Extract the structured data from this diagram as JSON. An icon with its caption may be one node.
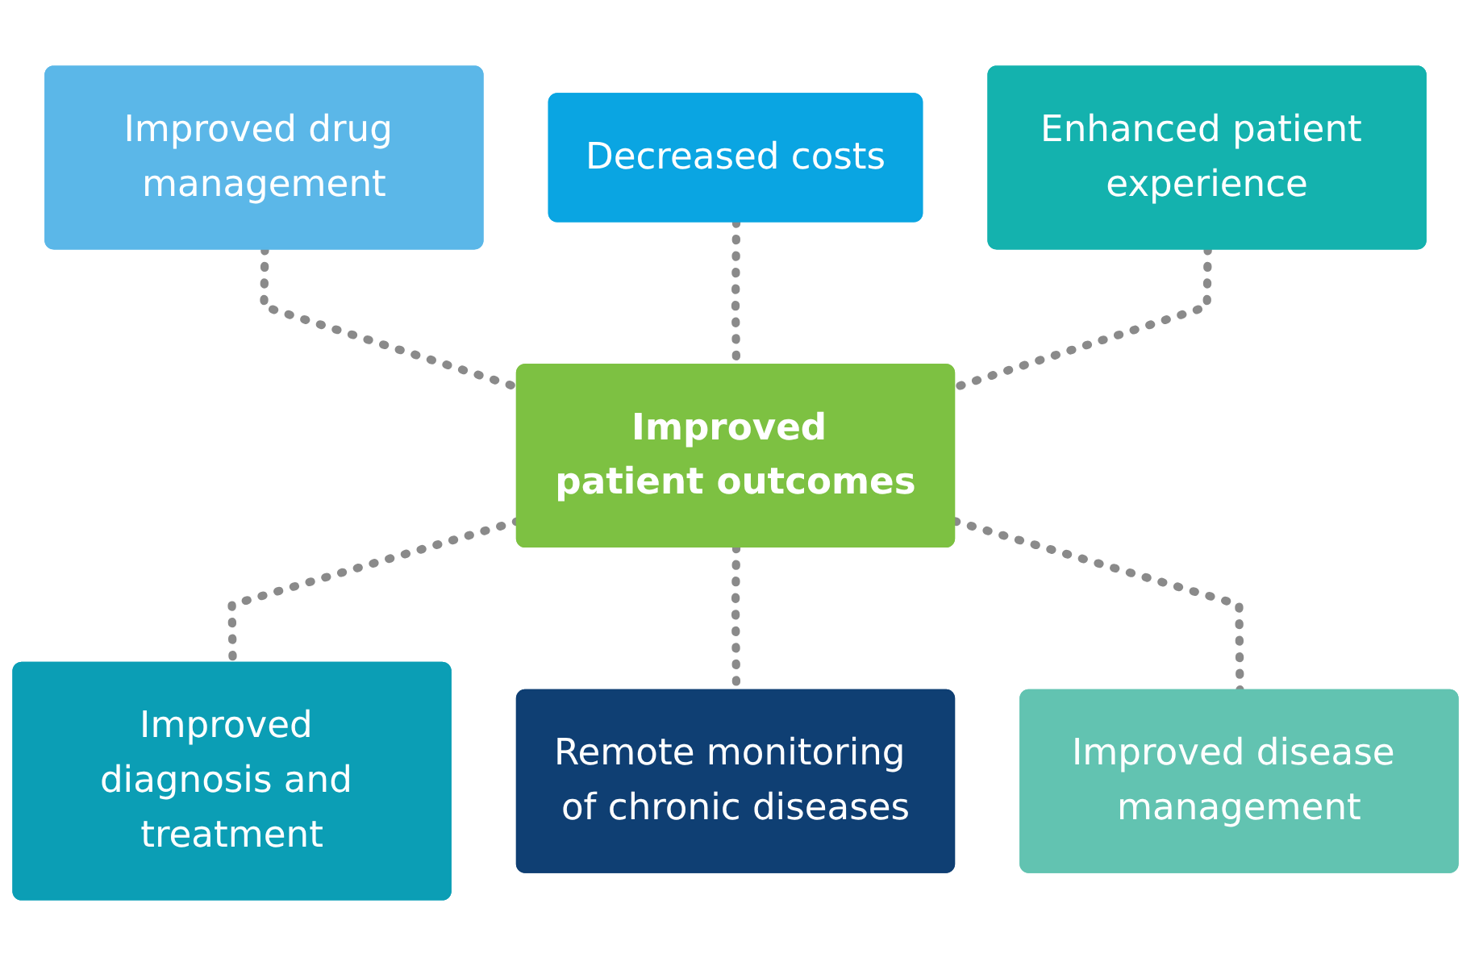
{
  "diagram": {
    "nodes": [
      {
        "text": [
          "Improved drug management"
        ]
      },
      {
        "text": [
          "Decreased costs"
        ]
      },
      {
        "text": [
          "Enhanced patient experience"
        ]
      },
      {
        "text": [
          "Improved patient outcomes"
        ]
      },
      {
        "text": [
          "Improved diagnosis and treatment"
        ]
      },
      {
        "text": [
          "Remote monitoring of chronic diseases"
        ]
      },
      {
        "text": [
          "Improved disease management"
        ]
      }
    ],
    "edges": [
      {
        "from": 0,
        "to": 3,
        "arrow": "none",
        "style": "dashed"
      },
      {
        "from": 1,
        "to": 3,
        "arrow": "none",
        "style": "dashed"
      },
      {
        "from": 2,
        "to": 3,
        "arrow": "none",
        "style": "dashed"
      },
      {
        "from": 3,
        "to": 4,
        "arrow": "none",
        "style": "dashed"
      },
      {
        "from": 3,
        "to": 5,
        "arrow": "none",
        "style": "dashed"
      },
      {
        "from": 3,
        "to": 6,
        "arrow": "none",
        "style": "dashed"
      }
    ]
  }
}
